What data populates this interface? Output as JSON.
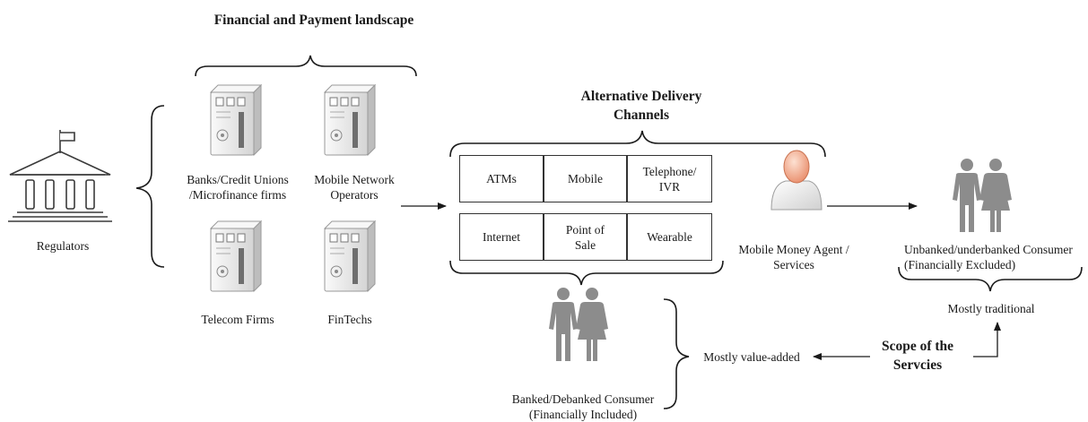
{
  "titles": {
    "landscape": "Financial and Payment landscape",
    "channels": "Alternative Delivery\nChannels",
    "scope": "Scope of the\nServcies"
  },
  "regulators": {
    "label": "Regulators",
    "icon": "government-building-icon"
  },
  "providers": {
    "banks": "Banks/Credit Unions\n/Microfinance firms",
    "mno": "Mobile Network\nOperators",
    "telecom": "Telecom Firms",
    "fintech": "FinTechs",
    "icon": "server-tower-icon"
  },
  "channels": [
    "ATMs",
    "Mobile",
    "Telephone/\nIVR",
    "Internet",
    "Point of\nSale",
    "Wearable"
  ],
  "agent": {
    "label": "Mobile Money Agent /\nServices",
    "icon": "person-agent-icon"
  },
  "consumers": {
    "unbanked": "Unbanked/underbanked Consumer\n(Financially Excluded)",
    "banked": "Banked/Debanked Consumer\n(Financially Included)",
    "icon": "couple-icon"
  },
  "services": {
    "traditional": "Mostly traditional",
    "value_added": "Mostly value-added"
  },
  "colors": {
    "icon_gray": "#8c8c8c",
    "agent_skin": "#f2a98a",
    "server_light": "#f4f4f4",
    "server_dark": "#d9d9d9",
    "line": "#1a1a1a"
  }
}
